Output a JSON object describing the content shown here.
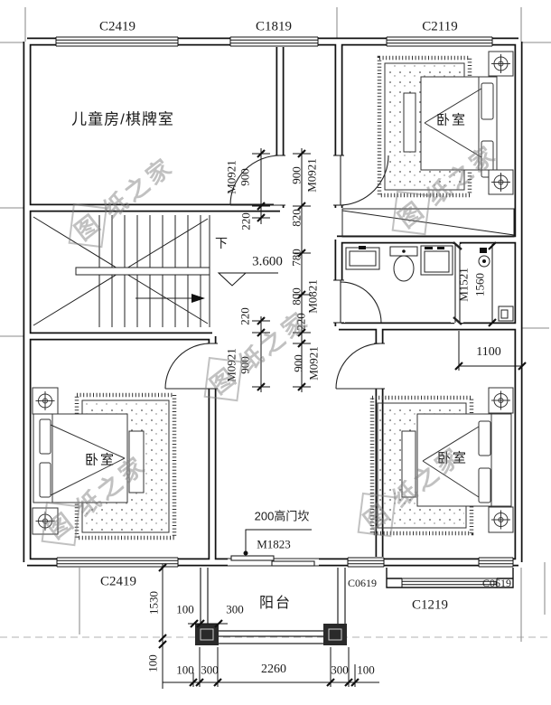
{
  "drawing": {
    "watermark": {
      "first": "图",
      "rest": "纸之家"
    },
    "rooms": {
      "kids_room": "儿童房/棋牌室",
      "bedroom": "卧室",
      "balcony": "阳台"
    },
    "stairs": {
      "down": "下",
      "level": "3.600"
    },
    "notes": {
      "door_sill": "200高门坎"
    },
    "windows": {
      "c2419": "C2419",
      "c1819": "C1819",
      "c2119": "C2119",
      "c0619": "C0619",
      "c1219": "C1219"
    },
    "doors": {
      "m0921": "M0921",
      "m0821": "M0821",
      "m1521": "M1521",
      "m1823": "M1823"
    },
    "dims": {
      "d900": "900",
      "d820": "820",
      "d780": "780",
      "d800": "800",
      "d220": "220",
      "d1560": "1560",
      "d1100": "1100",
      "d1530": "1530",
      "d300": "300",
      "d100": "100",
      "d2260": "2260"
    }
  }
}
